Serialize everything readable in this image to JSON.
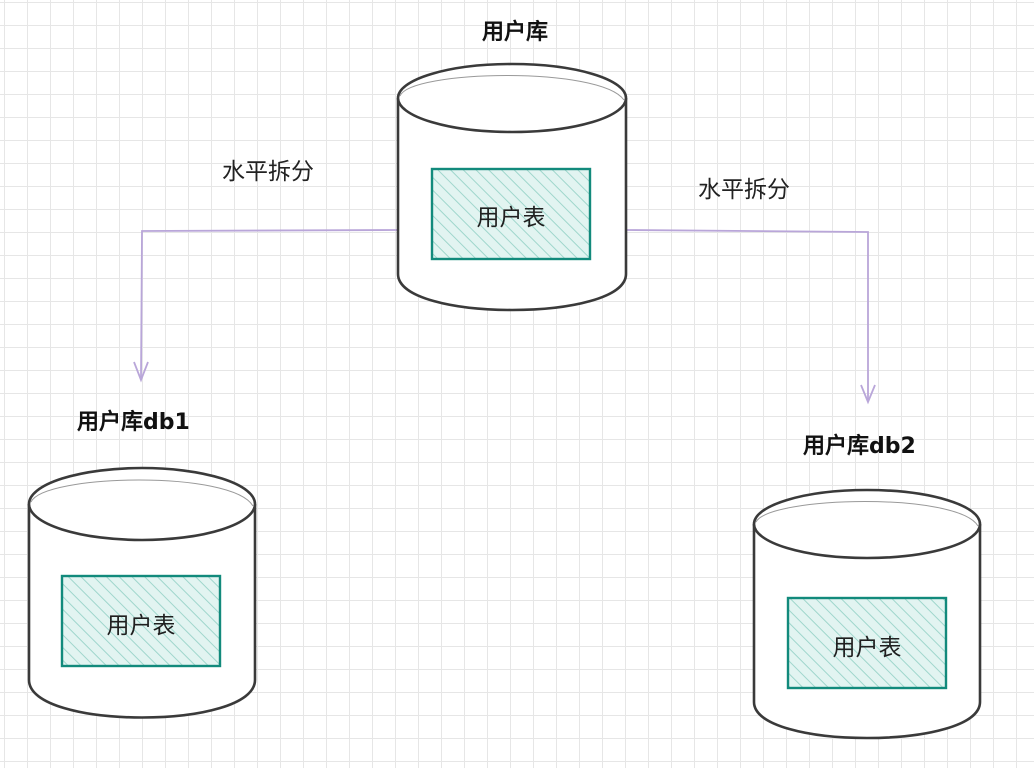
{
  "databases": {
    "source": {
      "title": "用户库",
      "table": "用户表"
    },
    "db1": {
      "title": "用户库db1",
      "table": "用户表"
    },
    "db2": {
      "title": "用户库db2",
      "table": "用户表"
    }
  },
  "edges": {
    "left": {
      "label": "水平拆分"
    },
    "right": {
      "label": "水平拆分"
    }
  },
  "colors": {
    "grid": "#e6e6e6",
    "cylinder_stroke": "#3a3a3a",
    "table_border": "#128a7c",
    "table_fill": "#e2f4f1",
    "table_hatch": "#9fd6cc",
    "arrow": "#b9a6d9"
  }
}
